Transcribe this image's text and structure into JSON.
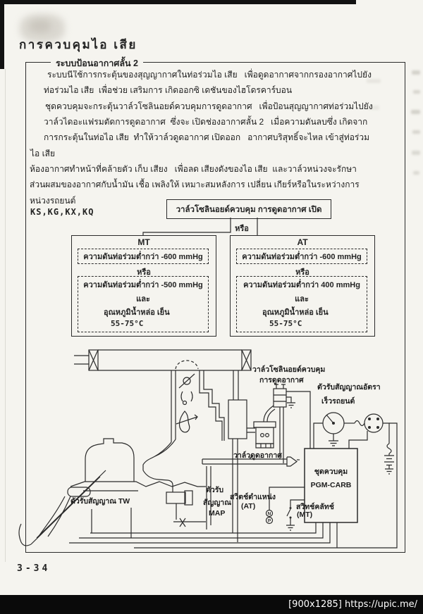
{
  "colors": {
    "ink": "#2b2b2b",
    "paper": "#f5f4ef",
    "watermark_bar": "#0a0a0a",
    "watermark_text": "#ffffff"
  },
  "page": {
    "title": "การควบคุมไอ เสีย",
    "page_number": "3-34",
    "watermark": "[900x1285] https://upic.me/"
  },
  "section": {
    "frame_label": "ระบบป้อนอากาศลั้น 2",
    "paragraph_lines": [
      "ระบบนี้ใช้การกระตุ้นของสุญญากาศในท่อร่วมไอ เสีย   เพื่อดูดอากาศจากกรองอากาศไปยัง",
      "ท่อร่วมไอ เสีย  เพื่อช่วย เสริมการ เกิดออกซิ เดชันของไฮโดรคาร์บอน",
      "ชุดควบคุมจะกระตุ้นวาล์วโซลินอยด์ควบคุมการดูดอากาศ   เพื่อป้อนสุญญากาศท่อร่วมไปยัง",
      "วาล์วไดอะแฟรมตัดการดูดอากาศ  ซึ่งจะ เปิดช่องอากาศลั้น 2   เมื่อความดันลบซึ่ง เกิดจาก",
      "การกระตุ้นในท่อไอ เสีย  ทำให้วาล์วดูดอากาศ เปิดออก   อากาศบริสุทธิ์จะไหล เข้าสู่ท่อร่วม",
      "ไอ เสีย",
      "ห้องอากาศทำหน้าที่คล้ายตัว เก็บ เสียง   เพื่อลด เสียงดังของไอ เสีย  และวาล์วหน่วงจะรักษา",
      "ส่วนผสมของอากาศกับน้ำมัน เชื้อ เพลิงให้ เหมาะสมหลังการ เปลี่ยน เกียร์หรือในระหว่างการ",
      "หน่วงรถยนต์"
    ],
    "models_label": "KS,KG,KX,KQ"
  },
  "flowchart": {
    "root_box": "วาล์วโซลินอยด์ควบคุม การดูดอากาศ เปิด",
    "or_label": "หรือ",
    "mt": {
      "title": "MT",
      "condition1": "ความดันท่อร่วมต่ำกว่า -600 mmHg",
      "or_label": "หรือ",
      "condition2_pressure": "ความดันท่อร่วมต่ำกว่า -500 mmHg",
      "and_label": "และ",
      "condition2_temp": "อุณหภูมิน้ำหล่อ เย็น",
      "condition2_range": "55-75°C"
    },
    "at": {
      "title": "AT",
      "condition1": "ความดันท่อร่วมต่ำกว่า -600 mmHg",
      "or_label": "หรือ",
      "condition2_pressure": "ความดันท่อร่วมต่ำกว่า 400 mmHg",
      "and_label": "และ",
      "condition2_temp": "อุณหภูมิน้ำหล่อ เย็น",
      "condition2_range": "55-75°C"
    }
  },
  "diagram": {
    "labels": {
      "solenoid_line1": "วาล์วโซลินอยด์ควบคุม",
      "solenoid_line2": "การดูดอากาศ",
      "speed_sensor_line1": "ตัวรับสัญญาณอัตรา",
      "speed_sensor_line2": "เร็วรถยนต์",
      "suction_valve": "วาล์วดูดอากาศ",
      "control_unit_line1": "ชุดควบคุม",
      "control_unit_line2": "PGM-CARB",
      "tw_sensor": "ตัวรับสัญญาณ TW",
      "map_line1": "ตัวรับ",
      "map_line2": "สัญญาณ",
      "map_line3": "MAP",
      "at_switch_line1": "สวิตช์ตำแหน่ง",
      "at_switch_line2": "(AT)",
      "at_switch_n": "N",
      "at_switch_p": "P",
      "mt_switch_line1": "สวิทช์คลัทช์",
      "mt_switch_line2": "(MT)"
    }
  }
}
